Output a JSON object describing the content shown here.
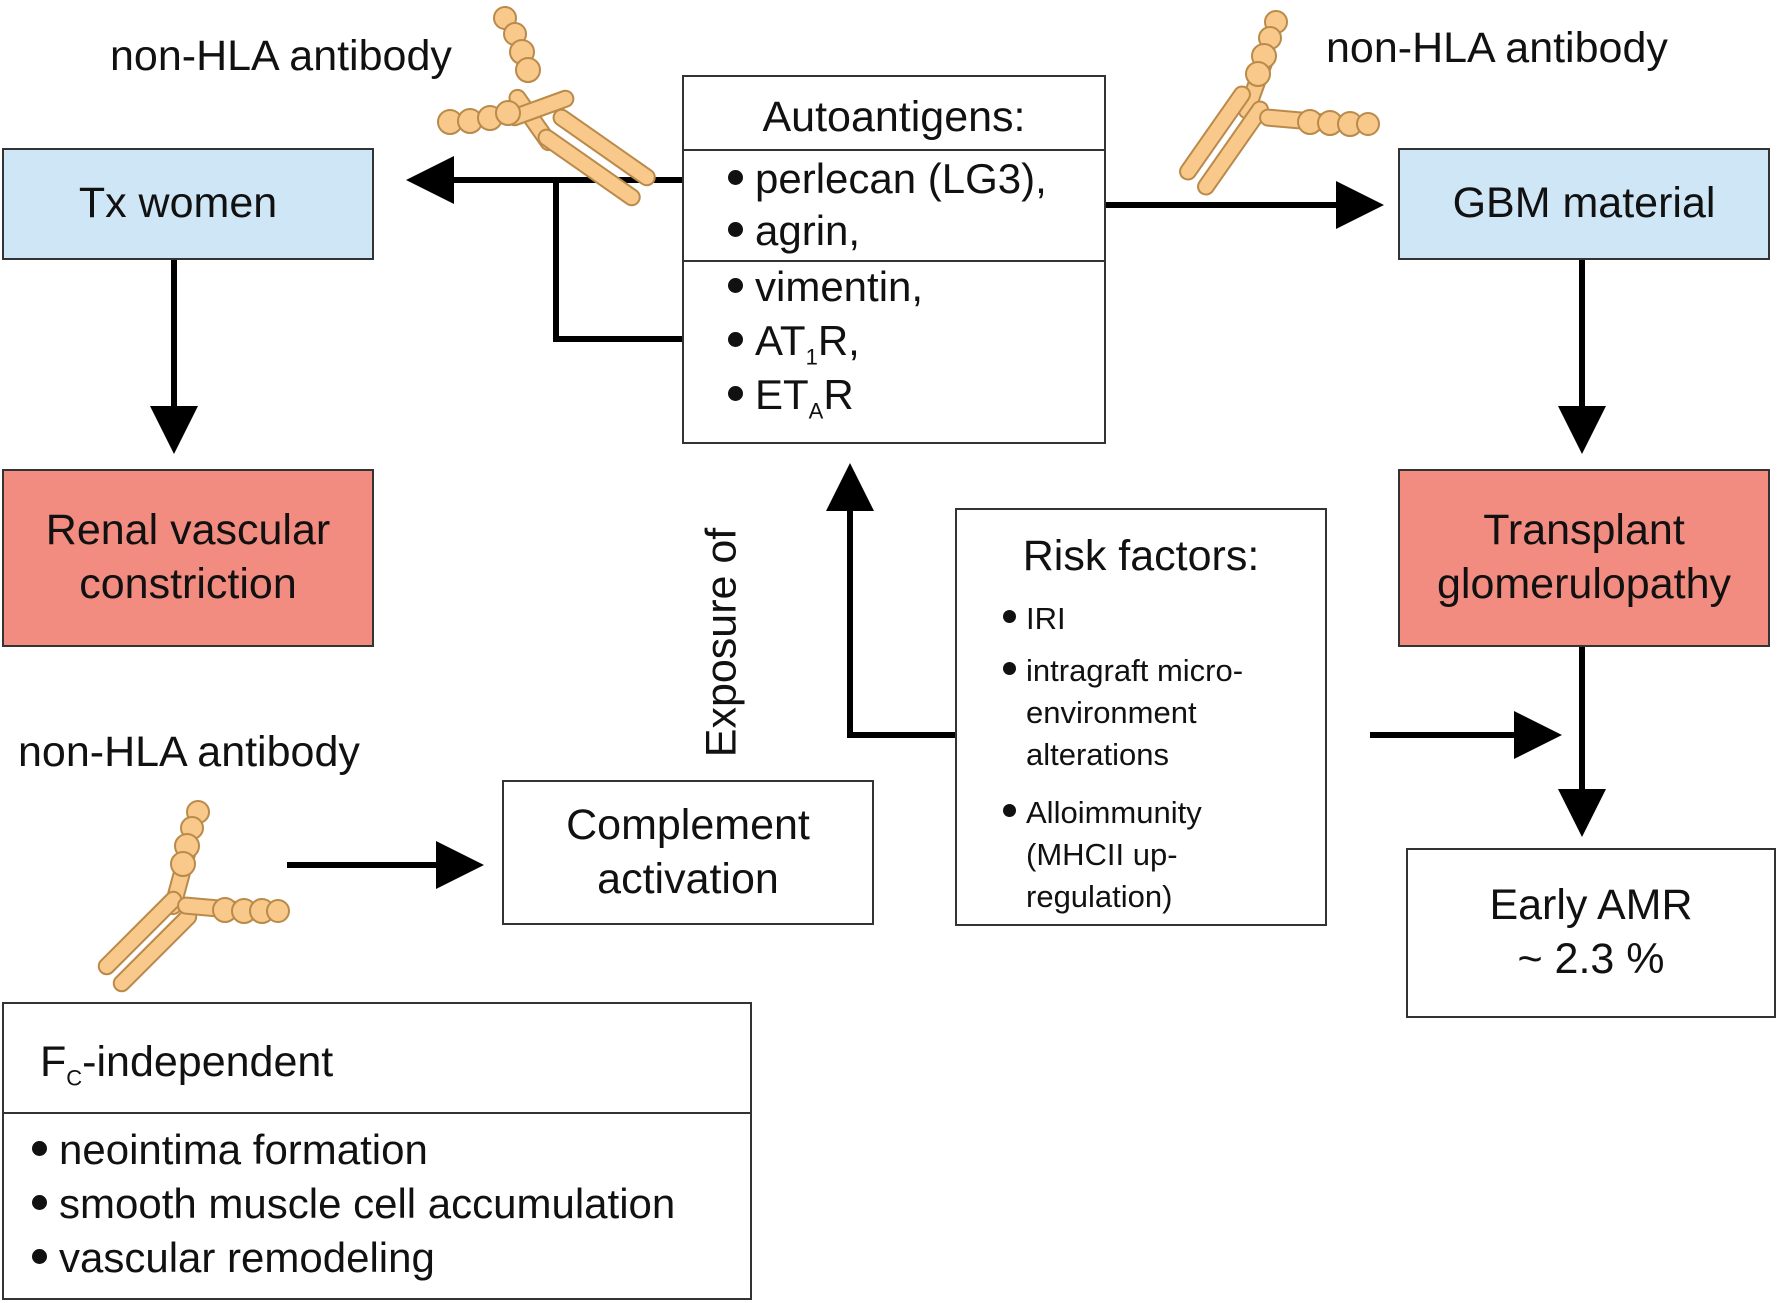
{
  "labels": {
    "antibody_top_left": "non-HLA antibody",
    "antibody_top_right": "non-HLA antibody",
    "antibody_bottom_left": "non-HLA antibody",
    "exposure": "Exposure of"
  },
  "boxes": {
    "tx_women": "Tx women",
    "renal_line1": "Renal vascular",
    "renal_line2": "constriction",
    "gbm": "GBM material",
    "tg_line1": "Transplant",
    "tg_line2": "glomerulopathy",
    "complement_line1": "Complement",
    "complement_line2": "activation",
    "amr_line1": "Early AMR",
    "amr_line2": "~ 2.3 %"
  },
  "autoantigens": {
    "title": "Autoantigens:",
    "items": [
      {
        "text": "perlecan (LG3),"
      },
      {
        "text": "agrin,"
      },
      {
        "text": "vimentin,"
      },
      {
        "main": "AT",
        "sub": "1",
        "rest": "R,"
      },
      {
        "main": "ET",
        "sub": "A",
        "rest": "R"
      }
    ]
  },
  "risk_factors": {
    "title": "Risk factors:",
    "items": [
      [
        "IRI"
      ],
      [
        "intragraft micro-",
        "environment",
        "alterations"
      ],
      [
        "Alloimmunity",
        "(MHCII up-",
        "regulation)"
      ]
    ]
  },
  "fc_box": {
    "title_main": "F",
    "title_sub": "C",
    "title_rest": "-independent",
    "items": [
      "neointima formation",
      "smooth muscle cell accumulation",
      "vascular remodeling"
    ]
  },
  "colors": {
    "blue_box": "#cfe6f6",
    "red_box": "#f28b80",
    "antibody_fill": "#f8c98a",
    "antibody_stroke": "#b98a4a"
  }
}
